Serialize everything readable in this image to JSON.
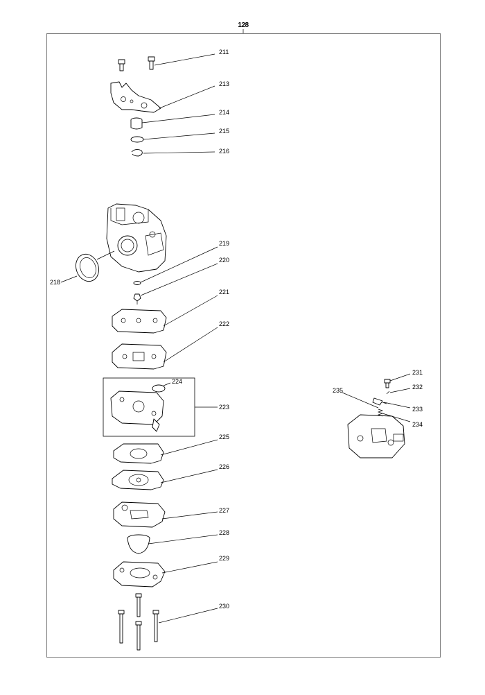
{
  "page": {
    "number": "128"
  },
  "callouts": [
    "211",
    "213",
    "214",
    "215",
    "216",
    "218",
    "219",
    "220",
    "221",
    "222",
    "223",
    "224",
    "225",
    "226",
    "227",
    "228",
    "229",
    "230",
    "231",
    "232",
    "233",
    "234",
    "235"
  ],
  "icons": [
    "bolt",
    "throttle-lever-plate",
    "screw-cap",
    "o-ring",
    "e-clip",
    "carburetor-body",
    "seal-ring",
    "washer",
    "needle-valve",
    "gasket",
    "metering-cover",
    "diaphragm",
    "primer-bulb",
    "pump-body",
    "spring",
    "screw"
  ]
}
